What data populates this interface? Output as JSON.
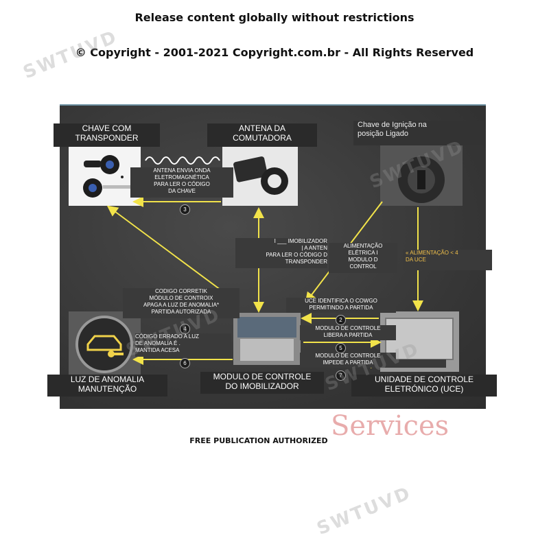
{
  "header": {
    "line1": "Release content globally without restrictions",
    "line2": "© Copyright - 2001-2021 Copyright.com.br - All Rights Reserved"
  },
  "footer": "FREE PUBLICATION AUTHORIZED",
  "watermarks": {
    "swtuvd": "SWTUVD",
    "services": "Services"
  },
  "colors": {
    "arrow": "#f2e34a",
    "panel": "#3b3b3b",
    "label_bg": "#2a2a2a"
  },
  "nodes": {
    "key": {
      "label": "CHAVE COM\nTRANSPONDER"
    },
    "antenna": {
      "label": "ANTENA DA\nCOMUTADORA"
    },
    "ignition": {
      "label": "Chave de Ignição na\nposição Ligado"
    },
    "fault_light": {
      "label": "LUZ DE ANOMALIA\nMANUTENÇÃO"
    },
    "immobilizer": {
      "label": "MODULO DE CONTROLE\nDO IMOBILIZADOR"
    },
    "ecu": {
      "label": "UNIDADE DE CONTROLE\nELETRÓNICO (UCE)"
    }
  },
  "captions": {
    "c3": "ANTENA ENVIA ONDA\nELETROMAGNÉTICA\nPARA LER O CÓDIGO\nDA CHAVE",
    "c_immo": "I ___ IMOBILIZADOR\n| A ANTEN\nPARA LER O CÓDIGO D\nTRANSPONDER",
    "c_power1": "ALIMENTAÇÃO\nELÉTRICA I\nMODULO D\nCONTROL",
    "c_power2": "« ALIMENTAÇÃO < 4\nDA UCE",
    "c_correct": "CODIGO CORRETIK\nMÓDULO DE CONTROIX\nAPAGA A LUZ DE ANOMALIA*\nPARTIDA AUTORIZADA",
    "c_wrong": "CÓDIGO ERRADO A LUZ\nDE ANOMALIA É .\nMANTIDA ACESA",
    "c_uce_id": "UCE IDENTIFICA O COWGO\nPERMITINDO A PARTIDA",
    "c_libera": "MODULO DE CONTROLE\nLIBERA A PARTIDA",
    "c_impede": "MODULO DE CONTROLE\nIMPEDE A PARTIDA"
  },
  "steps": {
    "s2": "2",
    "s3": "3",
    "s4": "4",
    "s5": "5",
    "s6": "6",
    "s7": "7"
  }
}
